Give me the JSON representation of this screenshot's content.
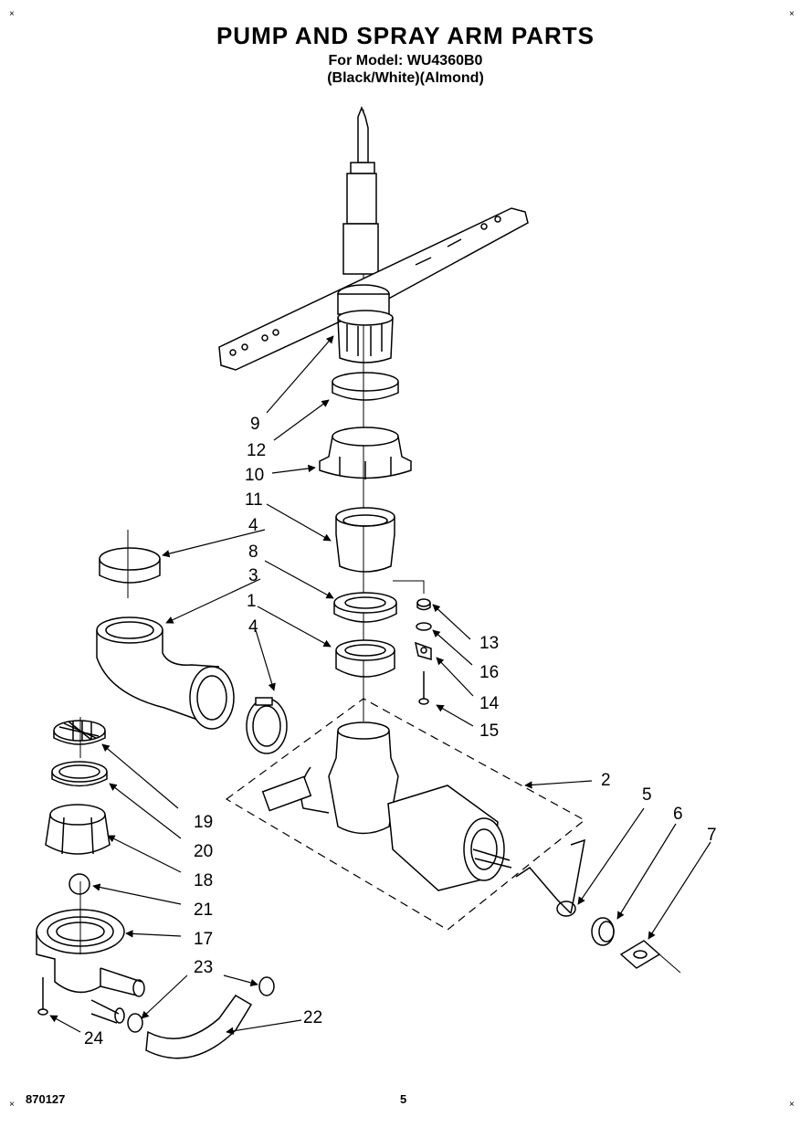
{
  "header": {
    "title": "PUMP AND SPRAY ARM PARTS",
    "model_line": "For Model: WU4360B0",
    "color_line": "(Black/White)(Almond)"
  },
  "callouts": {
    "c1": "1",
    "c2": "2",
    "c3": "3",
    "c4a": "4",
    "c4b": "4",
    "c5": "5",
    "c6": "6",
    "c7": "7",
    "c8": "8",
    "c9": "9",
    "c10": "10",
    "c11": "11",
    "c12": "12",
    "c13": "13",
    "c14": "14",
    "c15": "15",
    "c16": "16",
    "c17": "17",
    "c18": "18",
    "c19": "19",
    "c20": "20",
    "c21": "21",
    "c22": "22",
    "c23": "23",
    "c24": "24"
  },
  "footer": {
    "code": "870127",
    "page": "5"
  }
}
